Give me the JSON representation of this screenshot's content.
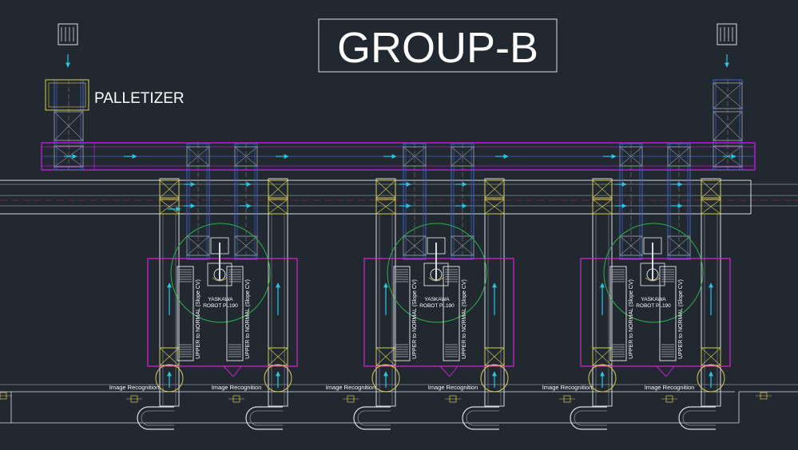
{
  "title": "GROUP-B",
  "palletizer_label": "PALLETIZER",
  "cells": [
    {
      "robot_line1": "YASKAWA",
      "robot_line2": "ROBOT PL190",
      "slope_left": "UPPER to NORMAL (Slope CV)",
      "slope_right": "UPPER to NORMAL (Slope CV)",
      "image_left": "Image Recognition",
      "image_right": "Image Recognition"
    },
    {
      "robot_line1": "YASKAWA",
      "robot_line2": "ROBOT PL190",
      "slope_left": "UPPER to NORMAL (Slope CV)",
      "slope_right": "UPPER to NORMAL (Slope CV)",
      "image_left": "Image Recognition",
      "image_right": "Image Recognition"
    },
    {
      "robot_line1": "YASKAWA",
      "robot_line2": "ROBOT PL190",
      "slope_left": "UPPER to NORMAL (Slope CV)",
      "slope_right": "UPPER to NORMAL (Slope CV)",
      "image_left": "Image Recognition",
      "image_right": "Image Recognition"
    }
  ],
  "colors": {
    "background": "#212830",
    "conveyor_blue": "#3f63c8",
    "frame_magenta": "#b21ed0",
    "robot_zone_magenta": "#cc22cc",
    "reach_circle_green": "#2fb04a",
    "station_yellow": "#d8cf52",
    "flow_arrow_cyan": "#28c6e6",
    "centerline_red": "#c43030",
    "line_white": "#d9dde3",
    "line_grey": "#8a8f96"
  }
}
